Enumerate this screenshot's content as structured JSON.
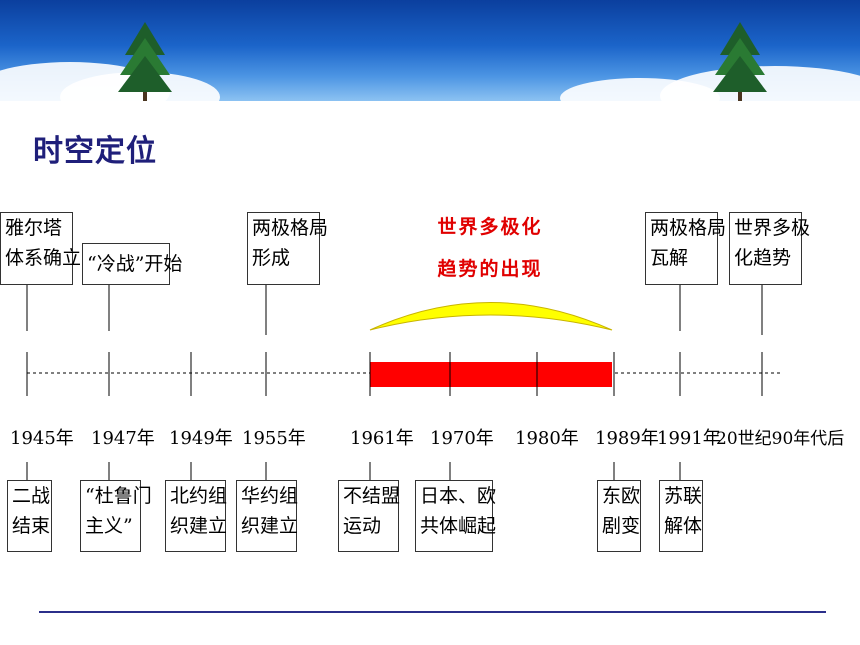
{
  "title": "时空定位",
  "top_events": [
    {
      "label": "雅尔塔\n体系确立"
    },
    {
      "label": "“冷战”开始"
    },
    {
      "label": "两极格局\n形成"
    },
    {
      "label": "两极格局\n瓦解"
    },
    {
      "label": "世界多极\n化趋势"
    }
  ],
  "trend": {
    "line1": "世界多极化",
    "line2": "趋势的出现"
  },
  "years": [
    "1945年",
    "1947年",
    "1949年",
    "1955年",
    "1961年",
    "1970年",
    "1980年",
    "1989年",
    "1991年",
    "20世纪90年代后"
  ],
  "bottom_events": [
    {
      "label": "二战\n结束"
    },
    {
      "label": "“杜鲁门\n主义”"
    },
    {
      "label": "北约组\n织建立"
    },
    {
      "label": "华约组\n织建立"
    },
    {
      "label": "不结盟\n运动"
    },
    {
      "label": "日本、欧\n共体崛起"
    },
    {
      "label": "东欧\n剧变"
    },
    {
      "label": "苏联\n解体"
    }
  ],
  "colors": {
    "highlight": "#ff0000",
    "arc": "#ffff00",
    "title": "#1f1f7a",
    "trend_text": "#e00000"
  }
}
